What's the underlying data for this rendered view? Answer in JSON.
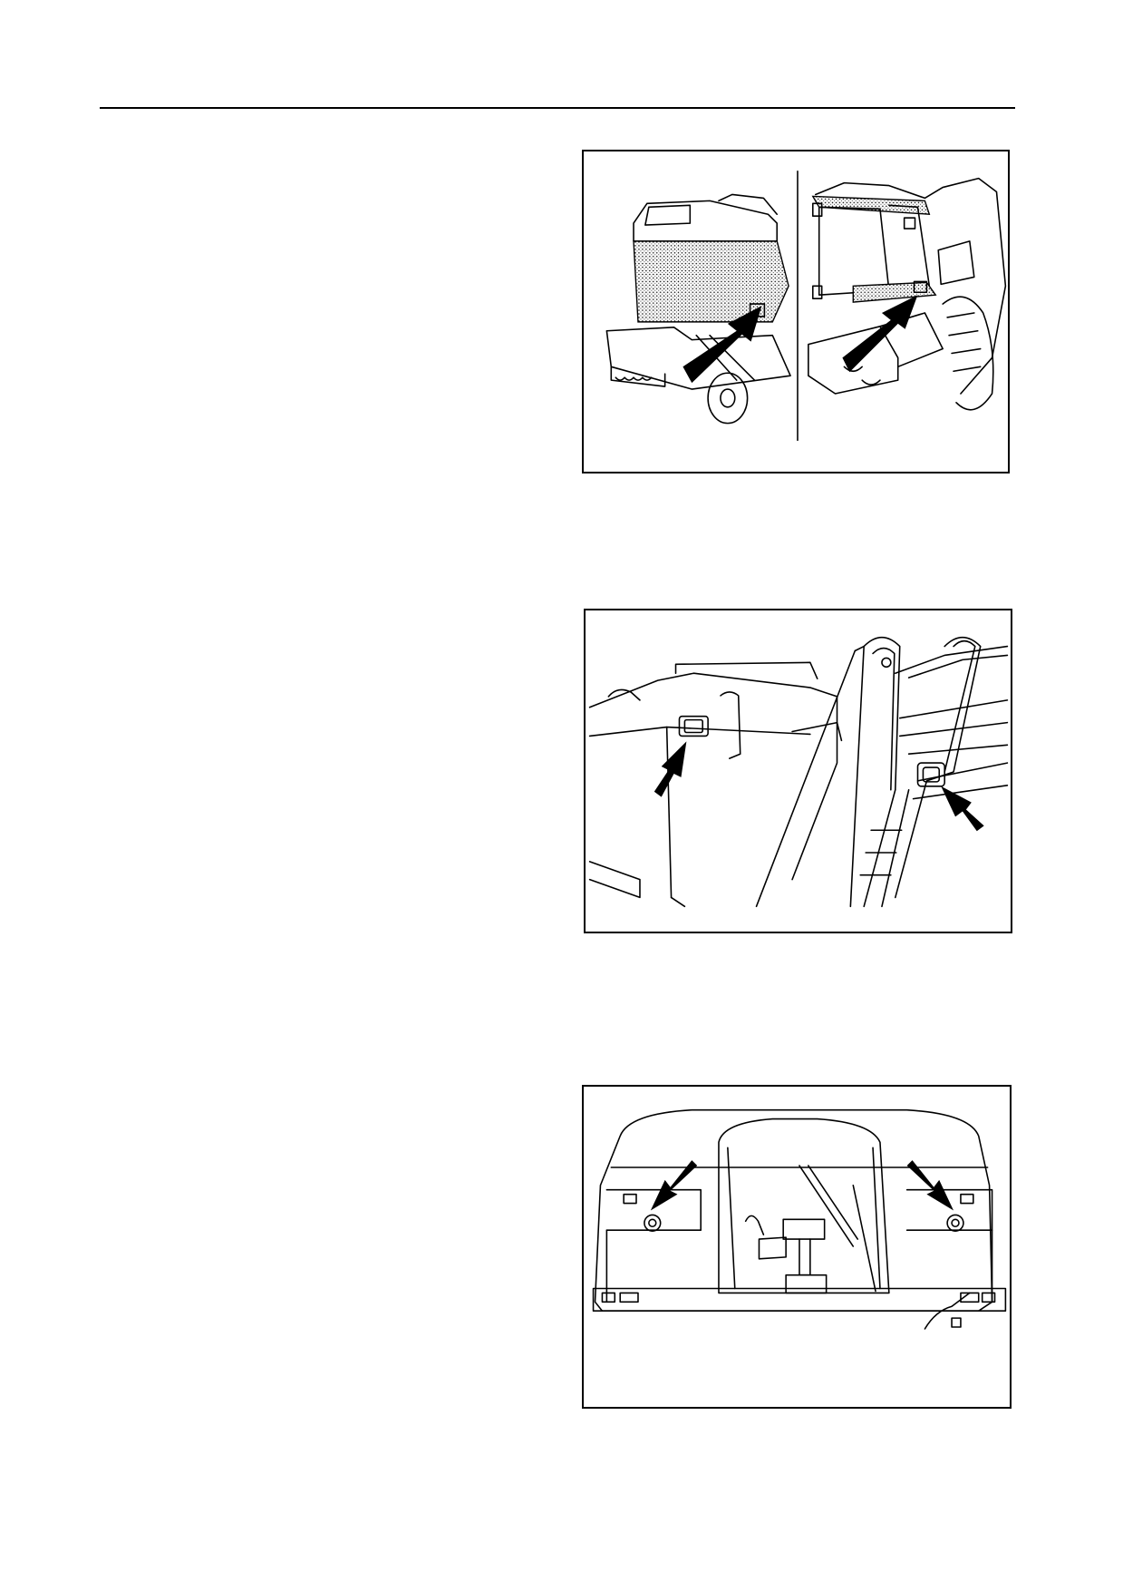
{
  "page": {
    "header_rule": true
  },
  "figures": [
    {
      "id": "fig1",
      "icon": "combine-harvester-rear-lights-illustration",
      "arrows": 2
    },
    {
      "id": "fig2",
      "icon": "combine-harvester-side-lights-illustration",
      "arrows": 2
    },
    {
      "id": "fig3",
      "icon": "combine-cab-front-work-lights-illustration",
      "arrows": 2
    }
  ]
}
